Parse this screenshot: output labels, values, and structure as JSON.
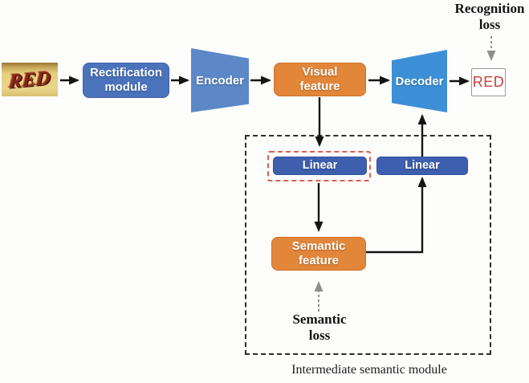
{
  "pipeline": {
    "input_text": "RED",
    "rectification": {
      "lines": [
        "Rectification",
        "module"
      ]
    },
    "encoder_label": "Encoder",
    "visual_feature": {
      "lines": [
        "Visual",
        "feature"
      ]
    },
    "decoder_label": "Decoder",
    "output_text": "RED"
  },
  "losses": {
    "recognition": {
      "lines": [
        "Recognition",
        "loss"
      ]
    },
    "semantic": {
      "lines": [
        "Semantic",
        "loss"
      ]
    }
  },
  "semantic_module": {
    "caption": "Intermediate semantic module",
    "linear_left_label": "Linear",
    "linear_right_label": "Linear",
    "semantic_feature": {
      "lines": [
        "Semantic",
        "feature"
      ]
    }
  },
  "colors": {
    "block_blue": "#4a73bb",
    "encoder_blue": "#5c88c8",
    "decoder_blue": "#3d90d6",
    "linear_blue": "#3d5fae",
    "feature_orange": "#e28639",
    "loss_arrow_gray": "#8f8f8f",
    "highlight_dash_red": "#e15b52",
    "output_text_red": "#c63f38",
    "input_bg_yellow": "#e6cf80"
  }
}
